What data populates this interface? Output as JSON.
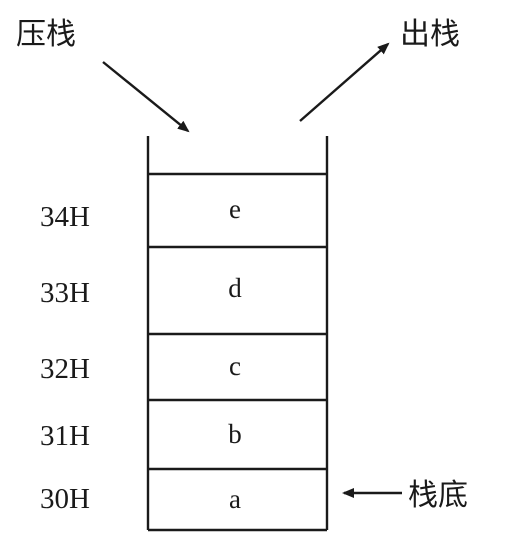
{
  "labels": {
    "push": "压栈",
    "pop": "出栈",
    "bottom": "栈底"
  },
  "stack": {
    "cells": [
      {
        "address": "34H",
        "value": "e"
      },
      {
        "address": "33H",
        "value": "d"
      },
      {
        "address": "32H",
        "value": "c"
      },
      {
        "address": "31H",
        "value": "b"
      },
      {
        "address": "30H",
        "value": "a"
      }
    ]
  }
}
